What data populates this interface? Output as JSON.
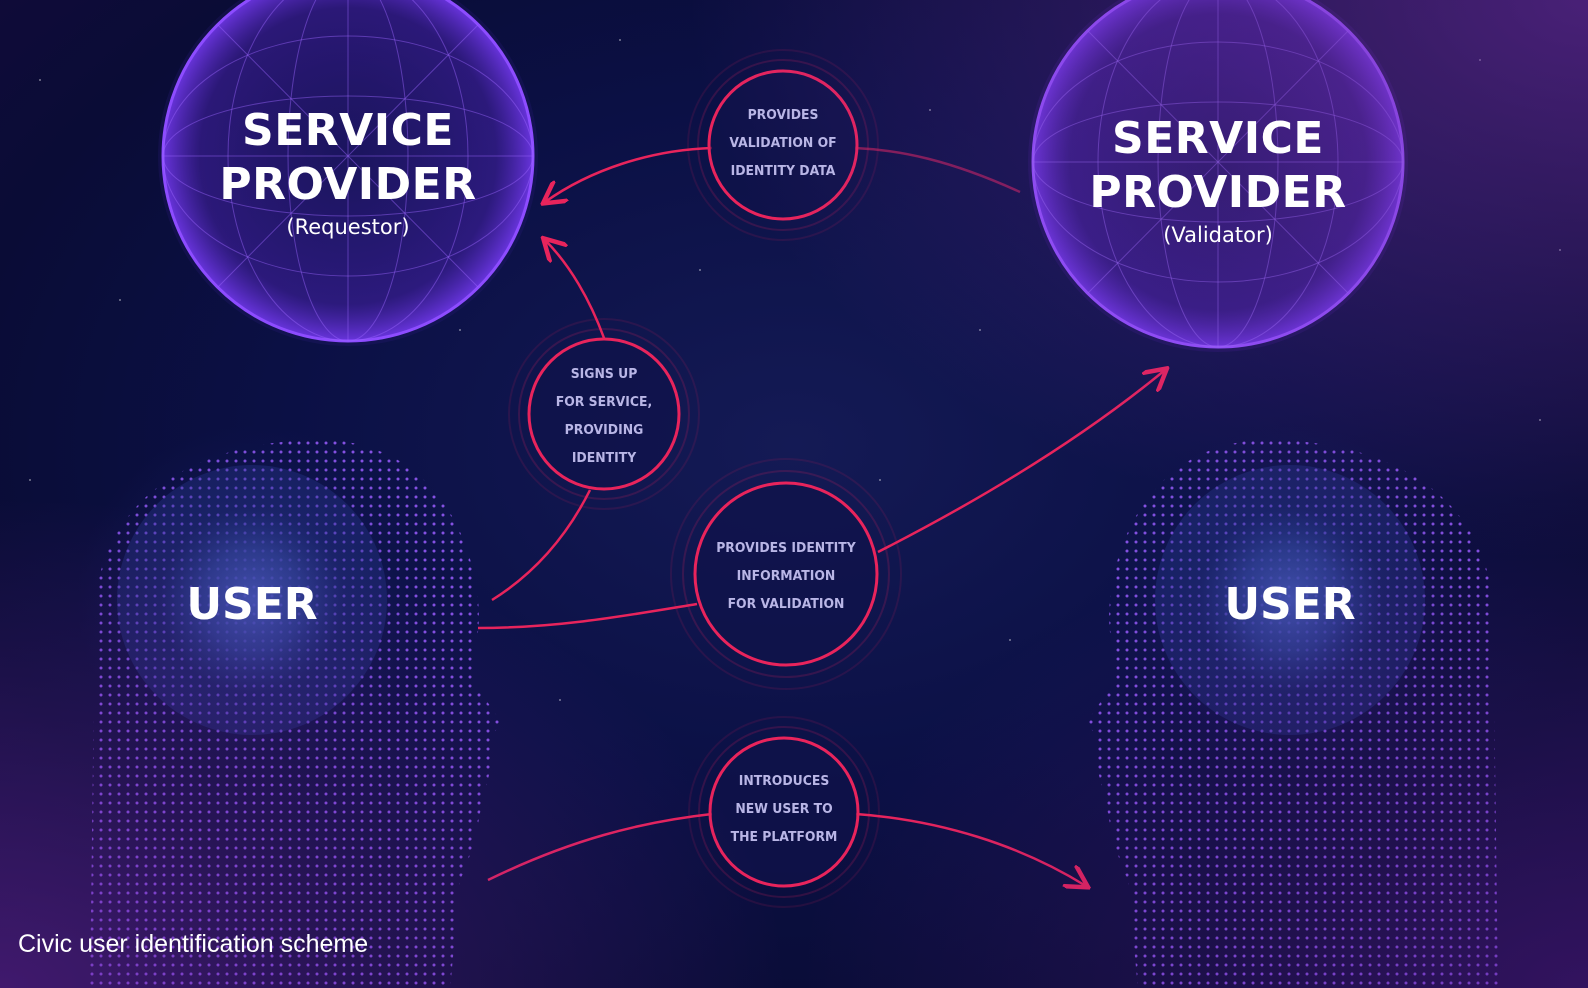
{
  "nodes": {
    "requestor": {
      "title_line1": "SERVICE",
      "title_line2": "PROVIDER",
      "role": "(Requestor)"
    },
    "validator": {
      "title_line1": "SERVICE",
      "title_line2": "PROVIDER",
      "role": "(Validator)"
    },
    "user_left": {
      "label": "USER"
    },
    "user_right": {
      "label": "USER"
    }
  },
  "steps": {
    "validation": {
      "line1": "PROVIDES",
      "line2": "VALIDATION OF",
      "line3": "IDENTITY DATA"
    },
    "signup": {
      "line1": "SIGNS UP",
      "line2": "FOR SERVICE,",
      "line3": "PROVIDING",
      "line4": "IDENTITY"
    },
    "identity_info": {
      "line1": "PROVIDES IDENTITY",
      "line2": "INFORMATION",
      "line3": "FOR VALIDATION"
    },
    "introduces": {
      "line1": "INTRODUCES",
      "line2": "NEW USER TO",
      "line3": "THE PLATFORM"
    }
  },
  "caption": "Civic user identification scheme",
  "colors": {
    "arrow": "#e8245c",
    "sphere": "#7d3cff",
    "user_glow": "#3d55b8",
    "face_dots": "#9a5cff"
  },
  "icons": {
    "sphere": "wireframe-globe-icon",
    "head": "dotted-head-icon",
    "arrow": "arrow-icon"
  }
}
